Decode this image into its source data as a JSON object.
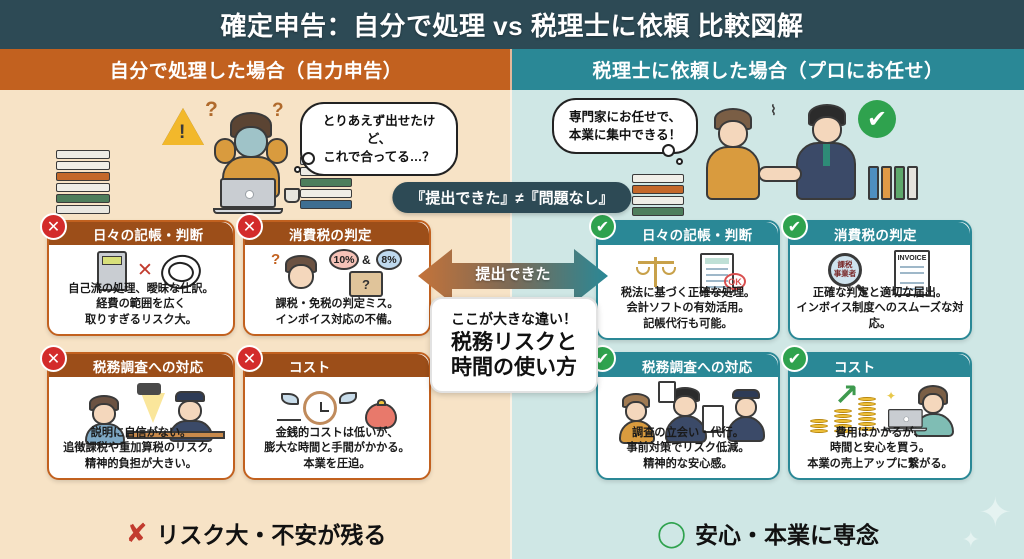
{
  "title": "確定申告：自分で処理 vs 税理士に依頼 比較図解",
  "left": {
    "header": "自分で処理した場合（自力申告）",
    "bubble": "とりあえず出せたけど、\nこれで合ってる…？",
    "conclusion_mark": "✘",
    "conclusion": "リスク大・不安が残る",
    "cards": [
      {
        "badge": "✕",
        "title": "日々の記帳・判断",
        "body": "自己流の処理、曖昧な仕訳。\n経費の範囲を広く\n取りすぎるリスク大。",
        "art": "calculator-scribble"
      },
      {
        "badge": "✕",
        "title": "消費税の判定",
        "body": "課税・免税の判定ミス。\nインボイス対応の不備。",
        "art": "confused-person-rates",
        "rate_a": "10%",
        "rate_amp": "&",
        "rate_b": "8%",
        "box_mark": "?"
      },
      {
        "badge": "✕",
        "title": "税務調査への対応",
        "body": "説明に自信がない。\n追徴課税や重加算税のリスク。\n精神的負担が大きい。",
        "art": "interrogation"
      },
      {
        "badge": "✕",
        "title": "コスト",
        "body": "金銭的コストは低いが、\n膨大な時間と手間がかかる。\n本業を圧迫。",
        "art": "flying-clock-purse"
      }
    ]
  },
  "right": {
    "header": "税理士に依頼した場合（プロにお任せ）",
    "bubble": "専門家にお任せで、\n本業に集中できる！",
    "conclusion_mark": "◯",
    "conclusion": "安心・本業に専念",
    "cards": [
      {
        "badge": "✔",
        "title": "日々の記帳・判断",
        "body": "税法に基づく正確な処理。\n会計ソフトの有効活用。\n記帳代行も可能。",
        "art": "scale-ledger",
        "ok_label": "OK"
      },
      {
        "badge": "✔",
        "title": "消費税の判定",
        "body": "正確な判定と適切な届出。\nインボイス制度へのスムーズな対応。",
        "art": "magnifier-invoice",
        "mag_label": "課税\n事業者",
        "invoice_label": "INVOICE"
      },
      {
        "badge": "✔",
        "title": "税務調査への対応",
        "body": "調査の立会い・代行。\n事前対策でリスク低減。\n精神的な安心感。",
        "art": "accountant-support"
      },
      {
        "badge": "✔",
        "title": "コスト",
        "body": "費用はかかるが、\n時間と安心を買う。\n本業の売上アップに繋がる。",
        "art": "growth-coins-laptop"
      }
    ]
  },
  "center": {
    "pill": "『提出できた』≠『問題なし』",
    "arrow_label": "提出できた",
    "callout_line1": "ここが大きな違い！",
    "callout_line2": "税務リスクと\n時間の使い方"
  },
  "colors": {
    "title_bar": "#2D4A55",
    "left_header": "#C2611F",
    "left_bg": "#F7E3C6",
    "right_header": "#2A8896",
    "right_bg": "#CFE7E5",
    "negative": "#D32B2B",
    "positive": "#2FA24E"
  }
}
